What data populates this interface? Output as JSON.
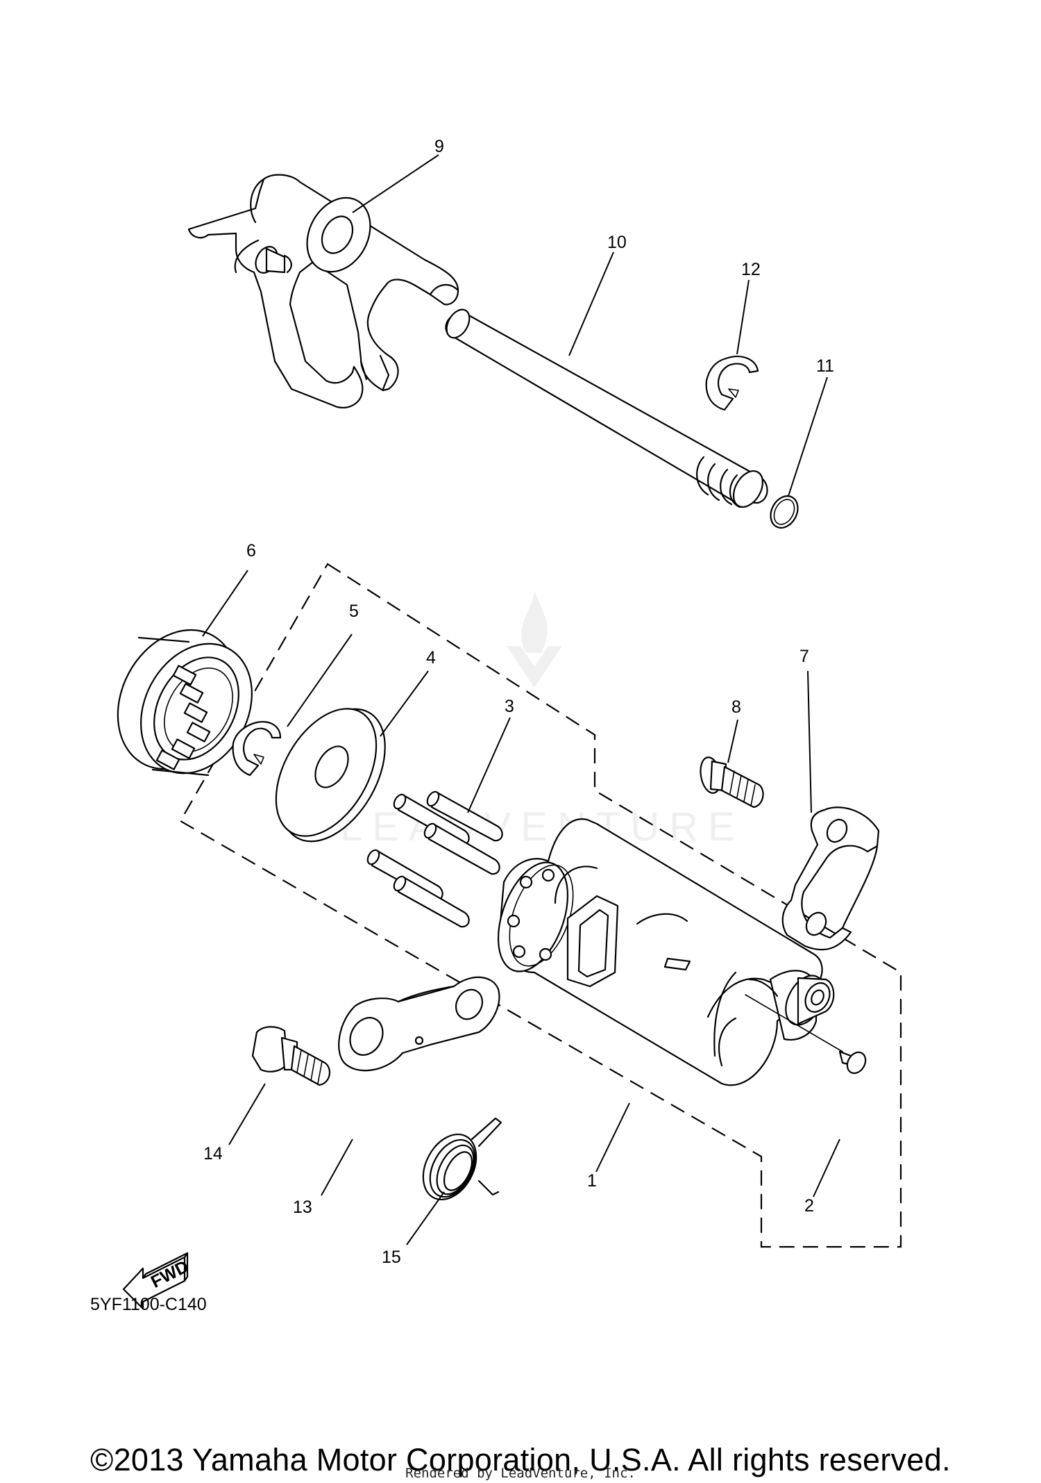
{
  "diagram": {
    "callouts": {
      "c1": "1",
      "c2": "2",
      "c3": "3",
      "c4": "4",
      "c5": "5",
      "c6": "6",
      "c7": "7",
      "c8": "8",
      "c9": "9",
      "c10": "10",
      "c11": "11",
      "c12": "12",
      "c13": "13",
      "c14": "14",
      "c15": "15"
    },
    "fwd_label": "FWD",
    "diagram_code": "5YF1100-C140",
    "watermark_text": "LEADVENTURE"
  },
  "footer": {
    "copyright": "©2013 Yamaha Motor Corporation, U.S.A. All rights reserved.",
    "rendered_by": "Rendered by LeadVenture, Inc."
  }
}
